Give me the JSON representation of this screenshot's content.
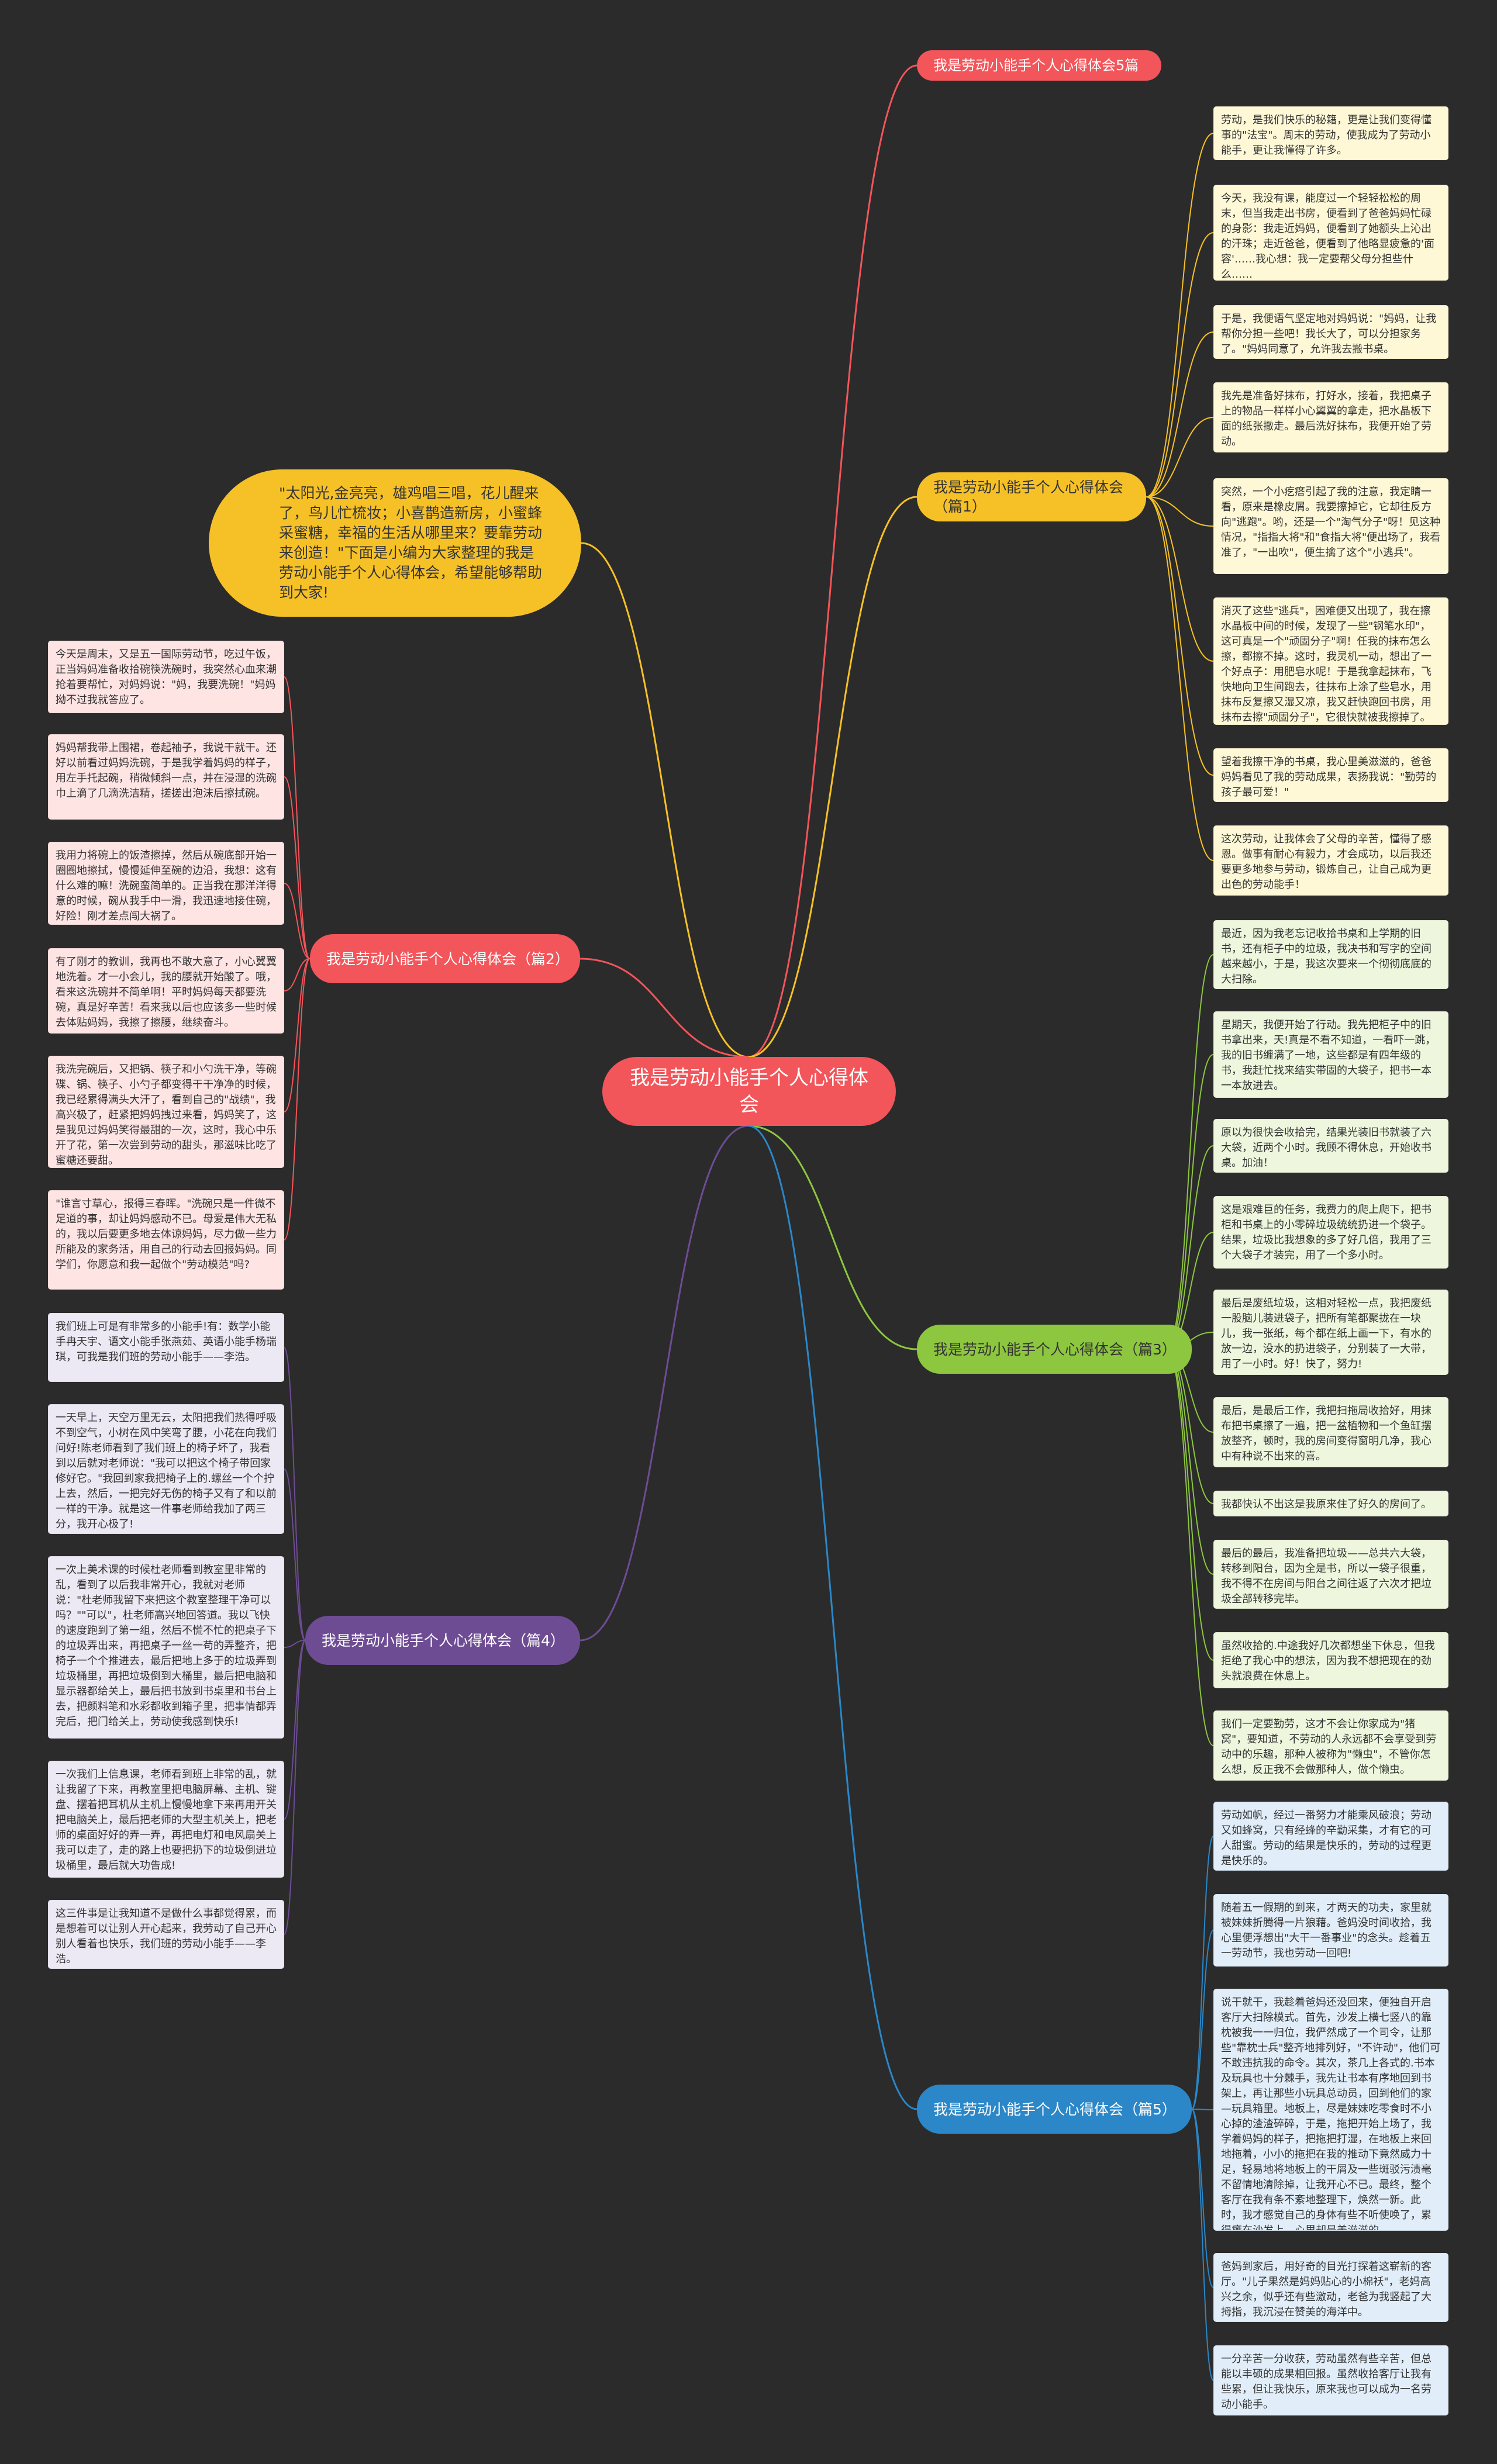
{
  "root": {
    "title": "我是劳动小能手个人心得体会"
  },
  "intro": {
    "text": "\"太阳光,金亮亮，雄鸡唱三唱，花儿醒来了，鸟儿忙梳妆；小喜鹊造新房，小蜜蜂采蜜糖，幸福的生活从哪里来？要靠劳动来创造！\"下面是小编为大家整理的我是劳动小能手个人心得体会，希望能够帮助到大家!"
  },
  "colors": {
    "background": "#2b2b2b",
    "root": "#f2555a",
    "branch5": "#f2555a",
    "branch1": "#f6c127",
    "branch2": "#f2555a",
    "branch3": "#8dc63f",
    "branch4": "#6e4c94",
    "branch6": "#2b87c8"
  },
  "branches": [
    {
      "label": "我是劳动小能手个人心得体会5篇",
      "leaves": []
    },
    {
      "label": "我是劳动小能手个人心得体会（篇1）",
      "leaves": [
        "劳动，是我们快乐的秘籍，更是让我们变得懂事的\"法宝\"。周末的劳动，使我成为了劳动小能手，更让我懂得了许多。",
        "今天，我没有课，能度过一个轻轻松松的周末，但当我走出书房，便看到了爸爸妈妈忙碌的身影：我走近妈妈，便看到了她额头上沁出的汗珠；走近爸爸，便看到了他略显疲惫的'面容'……我心想：我一定要帮父母分担些什么……",
        "于是，我便语气坚定地对妈妈说：\"妈妈，让我帮你分担一些吧！我长大了，可以分担家务了。\"妈妈同意了，允许我去搬书桌。",
        "我先是准备好抹布，打好水，接着，我把桌子上的物品一样样小心翼翼的拿走，把水晶板下面的纸张撤走。最后洗好抹布，我便开始了劳动。",
        "突然，一个小疙瘩引起了我的注意，我定睛一看，原来是橡皮屑。我要擦掉它，它却往反方向\"逃跑\"。哟，还是一个\"淘气分子\"呀！见这种情况，\"指指大将\"和\"食指大将\"便出场了，我看准了，\"一出吹\"，便生擒了这个\"小逃兵\"。",
        "消灭了这些\"逃兵\"，困难便又出现了，我在擦水晶板中间的时候，发现了一些\"钢笔水印\"，这可真是一个\"顽固分子\"啊！任我的抹布怎么擦，都擦不掉。这时，我灵机一动，想出了一个好点子：用肥皂水呢！于是我拿起抹布，飞快地向卫生间跑去，往抹布上涂了些皂水，用抹布反复擦又湿又凉，我又赶快跑回书房，用抹布去擦\"顽固分子\"，它很快就被我擦掉了。",
        "望着我擦干净的书桌，我心里美滋滋的，爸爸妈妈看见了我的劳动成果，表扬我说：\"勤劳的孩子最可爱！\"",
        "这次劳动，让我体会了父母的辛苦，懂得了感恩。做事有耐心有毅力，才会成功，以后我还要更多地参与劳动，锻炼自己，让自己成为更出色的劳动能手！"
      ]
    },
    {
      "label": "我是劳动小能手个人心得体会（篇2）",
      "leaves": [
        "今天是周末，又是五一国际劳动节，吃过午饭，正当妈妈准备收拾碗筷洗碗时，我突然心血来潮抢着要帮忙，对妈妈说：\"妈，我要洗碗！\"妈妈拗不过我就答应了。",
        "妈妈帮我带上围裙，卷起袖子，我说干就干。还好以前看过妈妈洗碗，于是我学着妈妈的样子，用左手托起碗，稍微倾斜一点，并在浸湿的洗碗巾上滴了几滴洗洁精，搓搓出泡沫后擦拭碗。",
        "我用力将碗上的饭渣擦掉，然后从碗底部开始一圈圈地擦拭，慢慢延伸至碗的边沿，我想：这有什么难的嘛！洗碗蛮简单的。正当我在那洋洋得意的时候，碗从我手中一滑，我迅速地接住碗，好险！刚才差点闯大祸了。",
        "有了刚才的教训，我再也不敢大意了，小心翼翼地洗着。才一小会儿，我的腰就开始酸了。哦，看来这洗碗并不简单啊！平时妈妈每天都要洗碗，真是好辛苦！看来我以后也应该多一些时候去体贴妈妈，我擦了擦腰，继续奋斗。",
        "我洗完碗后，又把锅、筷子和小勺洗干净，等碗碟、锅、筷子、小勺子都变得干干净净的时候，我已经累得满头大汗了，看到自己的\"战绩\"，我高兴极了，赶紧把妈妈拽过来看，妈妈笑了，这是我见过妈妈笑得最甜的一次，这时，我心中乐开了花，第一次尝到劳动的甜头，那滋味比吃了蜜糖还要甜。",
        "\"谁言寸草心，报得三春晖。\"洗碗只是一件微不足道的事，却让妈妈感动不已。母爱是伟大无私的，我以后要更多地去体谅妈妈，尽力做一些力所能及的家务活，用自己的行动去回报妈妈。同学们，你愿意和我一起做个\"劳动模范\"吗?"
      ]
    },
    {
      "label": "我是劳动小能手个人心得体会（篇3）",
      "leaves": [
        "最近，因为我老忘记收拾书桌和上学期的旧书，还有柜子中的垃圾，我决书和写字的空间越来越小，于是，我这次要来一个彻彻底底的大扫除。",
        "星期天，我便开始了行动。我先把柜子中的旧书拿出来，天!真是不看不知道，一看吓一跳，我的旧书缠满了一地，这些都是有四年级的书，我赶忙找来结实带固的大袋子，把书一本一本放进去。",
        "原以为很快会收拾完，结果光装旧书就装了六大袋，近两个小时。我顾不得休息，开始收书桌。加油！",
        "这是艰难巨的任务，我费力的爬上爬下，把书柜和书桌上的小零碎垃圾统统扔进一个袋子。结果，垃圾比我想象的多了好几倍，我用了三个大袋子才装完，用了一个多小时。",
        "最后是废纸垃圾，这相对轻松一点，我把废纸一股脑儿装进袋子，把所有笔都聚拢在一块儿，我一张纸，每个都在纸上画一下，有水的放一边，没水的扔进袋子，分别装了一大带，用了一小时。好！快了，努力!",
        "最后，是最后工作，我把扫拖局收拾好，用抹布把书桌擦了一遍，把一盆植物和一个鱼缸摆放整齐，顿时，我的房间变得窗明几净，我心中有种说不出来的喜。",
        "我都快认不出这是我原来住了好久的房间了。",
        "最后的最后，我准备把垃圾——总共六大袋，转移到阳台，因为全是书，所以一袋子很重，我不得不在房间与阳台之间往返了六次才把垃圾全部转移完毕。",
        "虽然收拾的.中途我好几次都想坐下休息，但我拒绝了我心中的想法，因为我不想把现在的劲头就浪费在休息上。",
        "我们一定要勤劳，这才不会让你家成为\"猪窝\"，要知道，不劳动的人永远都不会享受到劳动中的乐趣，那种人被称为\"懒虫\"，不管你怎么想，反正我不会做那种人，做个懒虫。"
      ]
    },
    {
      "label": "我是劳动小能手个人心得体会（篇4）",
      "leaves": [
        "我们班上可是有非常多的小能手!有：数学小能手冉天宇、语文小能手张燕茹、英语小能手杨瑞琪，可我是我们班的劳动小能手——李浩。",
        "一天早上，天空万里无云，太阳把我们热得呼吸不到空气，小树在风中笑弯了腰，小花在向我们问好!陈老师看到了我们班上的椅子坏了，我看到以后就对老师说：\"我可以把这个椅子带回家修好它。\"我回到家我把椅子上的.螺丝一个个拧上去，然后，一把完好无伤的椅子又有了和以前一样的干净。就是这一件事老师给我加了两三分，我开心极了!",
        "一次上美术课的时候杜老师看到教室里非常的乱，看到了以后我非常开心，我就对老师说：\"杜老师我留下来把这个教室整理干净可以吗？\"\"可以\"，杜老师高兴地回答道。我以飞快的速度跑到了第一组，然后不慌不忙的把桌子下的垃圾弄出来，再把桌子一丝一苟的弄整齐，把椅子一个个推进去，最后把地上多于的垃圾弄到垃圾桶里，再把垃圾倒到大桶里，最后把电脑和显示器都给关上，最后把书放到书桌里和书台上去，把颜料笔和水彩都收到箱子里，把事情都弄完后，把门给关上，劳动使我感到快乐!",
        "一次我们上信息课，老师看到班上非常的乱，就让我留了下来，再教室里把电脑屏幕、主机、键盘、摆着把耳机从主机上慢慢地拿下来再用开关把电脑关上，最后把老师的大型主机关上，把老师的桌面好好的弄一弄，再把电灯和电风扇关上我可以走了，走的路上也要把扔下的垃圾倒进垃圾桶里，最后就大功告成!",
        "这三件事是让我知道不是做什么事都觉得累，而是想着可以让别人开心起来，我劳动了自己开心别人看着也快乐，我们班的劳动小能手——李浩。"
      ]
    },
    {
      "label": "我是劳动小能手个人心得体会（篇5）",
      "leaves": [
        "劳动如帆，经过一番努力才能乘风破浪；劳动又如蜂窝，只有经蜂的辛勤采集，才有它的可人甜蜜。劳动的结果是快乐的，劳动的过程更是快乐的。",
        "随着五一假期的到来，才两天的功夫，家里就被妹妹折腾得一片狼藉。爸妈没时间收拾，我心里便浮想出\"大干一番事业\"的念头。趁着五一劳动节，我也劳动一回吧!",
        "说干就干，我趁着爸妈还没回来，便独自开启客厅大扫除模式。首先，沙发上横七竖八的靠枕被我一一归位，我俨然成了一个司令，让那些\"靠枕士兵\"整齐地排列好，\"不许动\"，他们可不敢违抗我的命令。其次，茶几上各式的.书本及玩具也十分棘手，我先让书本有序地回到书架上，再让那些小玩具总动员，回到他们的家—玩具箱里。地板上，尽是妹妹吃零食时不小心掉的渣渣碎碎，于是，拖把开始上场了，我学着妈妈的样子，把拖把打湿，在地板上来回地拖着，小小的拖把在我的推动下竟然威力十足，轻易地将地板上的干屑及一些斑驳污渍毫不留情地清除掉，让我开心不已。最终，整个客厅在我有条不紊地整理下，焕然一新。此时，我才感觉自己的身体有些不听使唤了，累得瘫在沙发上，心里却是美滋滋的。",
        "爸妈到家后，用好奇的目光打探着这崭新的客厅。\"儿子果然是妈妈贴心的小棉袄\"，老妈高兴之余，似乎还有些激动，老爸为我竖起了大拇指，我沉浸在赞美的海洋中。",
        "一分辛苦一分收获，劳动虽然有些辛苦，但总能以丰硕的成果相回报。虽然收拾客厅让我有些累，但让我快乐，原来我也可以成为一名劳动小能手。"
      ]
    }
  ]
}
